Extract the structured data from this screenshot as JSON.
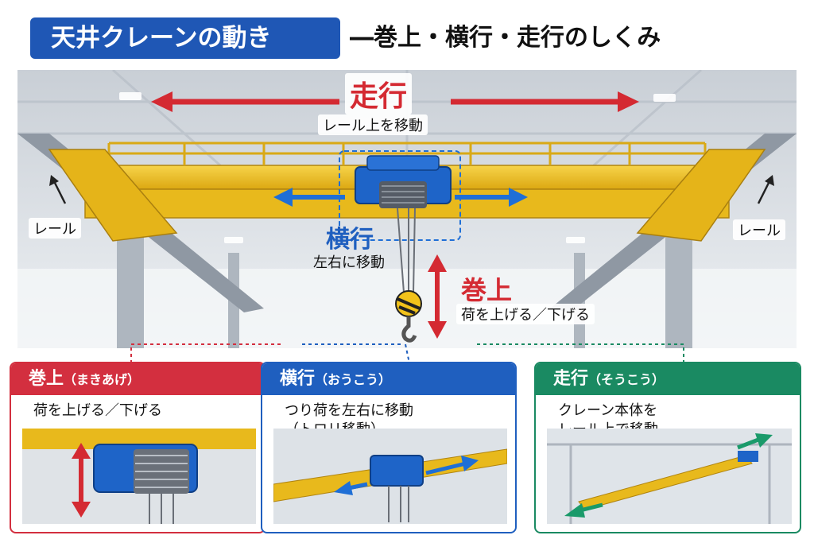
{
  "header": {
    "title": "天井クレーンの動き",
    "subtitle": "―巻上・横行・走行のしくみ"
  },
  "diagram": {
    "travel": {
      "label": "走行",
      "desc": "レール上を移動"
    },
    "traverse": {
      "label": "横行",
      "desc": "左右に移動"
    },
    "hoist": {
      "label": "巻上",
      "desc": "荷を上げる／下げる"
    },
    "rail_left": "レール",
    "rail_right": "レール"
  },
  "panels": [
    {
      "title": "巻上",
      "reading": "（まきあげ）",
      "desc": "荷を上げる／下げる",
      "color": "#d32f3f"
    },
    {
      "title": "横行",
      "reading": "（おうこう）",
      "desc": "つり荷を左右に移動\n（トロリ移動）",
      "color": "#1f5fbf"
    },
    {
      "title": "走行",
      "reading": "（そうこう）",
      "desc": "クレーン本体を\nレール上で移動",
      "color": "#1a8a62"
    }
  ],
  "colors": {
    "travel_arrow": "#d42a32",
    "traverse_arrow": "#1f6fd6",
    "hoist_arrow": "#d42a32",
    "crane_yellow": "#f2c21a",
    "hoist_blue": "#1e64c8"
  }
}
